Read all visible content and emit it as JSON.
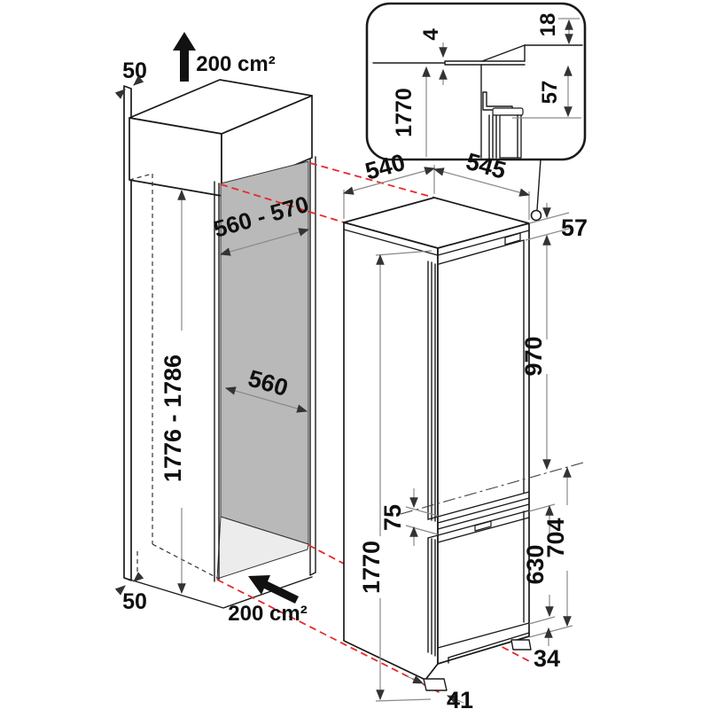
{
  "inset": {
    "gap": "4",
    "top_offset": "18",
    "height": "1770",
    "hinge_clearance": "57"
  },
  "niche": {
    "clearance_top": "50",
    "vent_top": "200 cm²",
    "depth_range": "560 - 570",
    "width": "560",
    "height_range": "1776 - 1786",
    "clearance_bottom": "50",
    "vent_bottom": "200 cm²"
  },
  "fridge": {
    "depth": "540",
    "width": "545",
    "top_gap": "57",
    "upper_door_height": "970",
    "door_gap": "75",
    "total_height": "1770",
    "freezer_door_height": "630",
    "lower_section_height": "704",
    "plinth_offset": "34",
    "foot_depth": "41"
  },
  "colors": {
    "line": "#1a1a1a",
    "dim_line": "#8a8a8a",
    "text": "#0f0f0f",
    "projection_red": "#e8282a",
    "panel_gray": "#b9b9b9",
    "floor_gray": "#ececec"
  }
}
